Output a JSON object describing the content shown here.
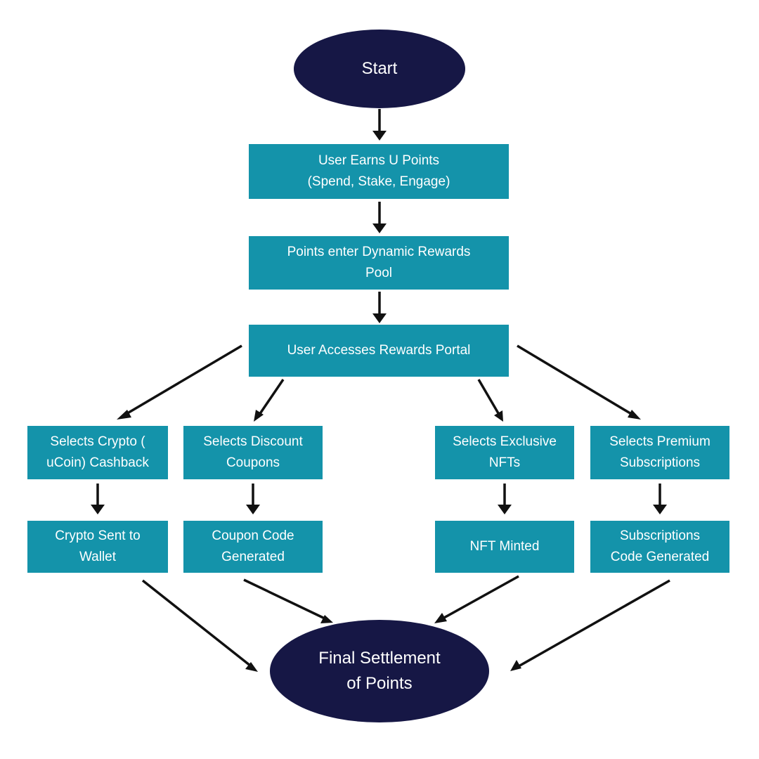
{
  "diagram": {
    "start": "Start",
    "earn": "User Earns  U Points\n(Spend, Stake, Engage)",
    "pool": "Points enter Dynamic Rewards\nPool",
    "portal": "User Accesses Rewards Portal",
    "options": {
      "crypto": "Selects Crypto (\nuCoin) Cashback",
      "coupons": "Selects Discount\nCoupons",
      "nfts": "Selects Exclusive\nNFTs",
      "subscriptions": "Selects Premium\nSubscriptions"
    },
    "outcomes": {
      "crypto": "Crypto Sent to\nWallet",
      "coupons": "Coupon Code\nGenerated",
      "nfts": "NFT Minted",
      "subscriptions": "Subscriptions\nCode Generated"
    },
    "final": "Final Settlement\nof Points"
  }
}
